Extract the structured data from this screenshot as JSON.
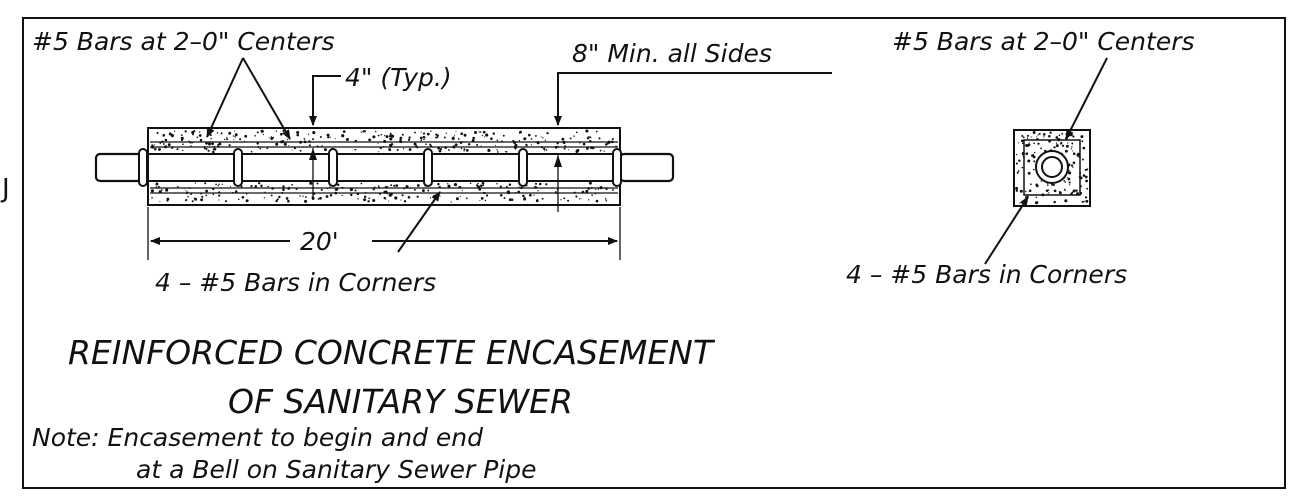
{
  "colors": {
    "ink": "#111111",
    "paper": "#ffffff"
  },
  "elevation": {
    "label_bars_centers": "#5 Bars at 2–0\" Centers",
    "label_typ": "4\" (Typ.)",
    "label_min_sides": "8\" Min. all Sides",
    "label_length": "20'",
    "label_corner_bars": "4 – #5 Bars in Corners"
  },
  "section": {
    "label_bars_centers": "#5 Bars at 2–0\" Centers",
    "label_corner_bars": "4 – #5 Bars in Corners"
  },
  "title": {
    "line1": "REINFORCED CONCRETE ENCASEMENT",
    "line2": "OF SANITARY SEWER"
  },
  "note": {
    "line1": "Note: Encasement to begin and end",
    "line2": "at a Bell on Sanitary Sewer Pipe"
  },
  "edge_mark": "J"
}
